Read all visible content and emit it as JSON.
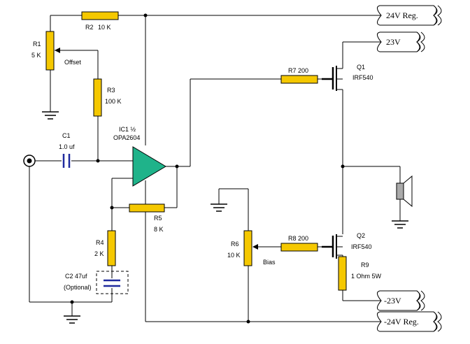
{
  "rails": {
    "v24_reg": "24V Reg.",
    "v23": "23V",
    "vneg23": "-23V",
    "vneg24_reg": "-24V Reg."
  },
  "components": {
    "r1": {
      "name": "R1",
      "value": "5 K",
      "extra": "Offset"
    },
    "r2": {
      "name": "R2",
      "value": "10 K"
    },
    "r3": {
      "name": "R3",
      "value": "100 K"
    },
    "c1": {
      "name": "C1",
      "value": "1.0 uf"
    },
    "ic1": {
      "name": "IC1 ½",
      "value": "OPA2604"
    },
    "r5": {
      "name": "R5",
      "value": "8 K"
    },
    "r4": {
      "name": "R4",
      "value": "2 K"
    },
    "c2": {
      "name": "C2  47uf",
      "value": "(Optional)"
    },
    "r7": {
      "name": "R7  200"
    },
    "q1": {
      "name": "Q1",
      "value": "IRF540"
    },
    "r6": {
      "name": "R6",
      "value": "10 K",
      "extra": "Bias"
    },
    "r8": {
      "name": "R8  200"
    },
    "q2": {
      "name": "Q2",
      "value": "IRF540"
    },
    "r9": {
      "name": "R9",
      "value": "1 Ohm 5W"
    }
  },
  "colors": {
    "resistor": "#f5c800",
    "opamp": "#1fb38a",
    "capacitor": "#1f2a9e",
    "wire": "#000000"
  }
}
